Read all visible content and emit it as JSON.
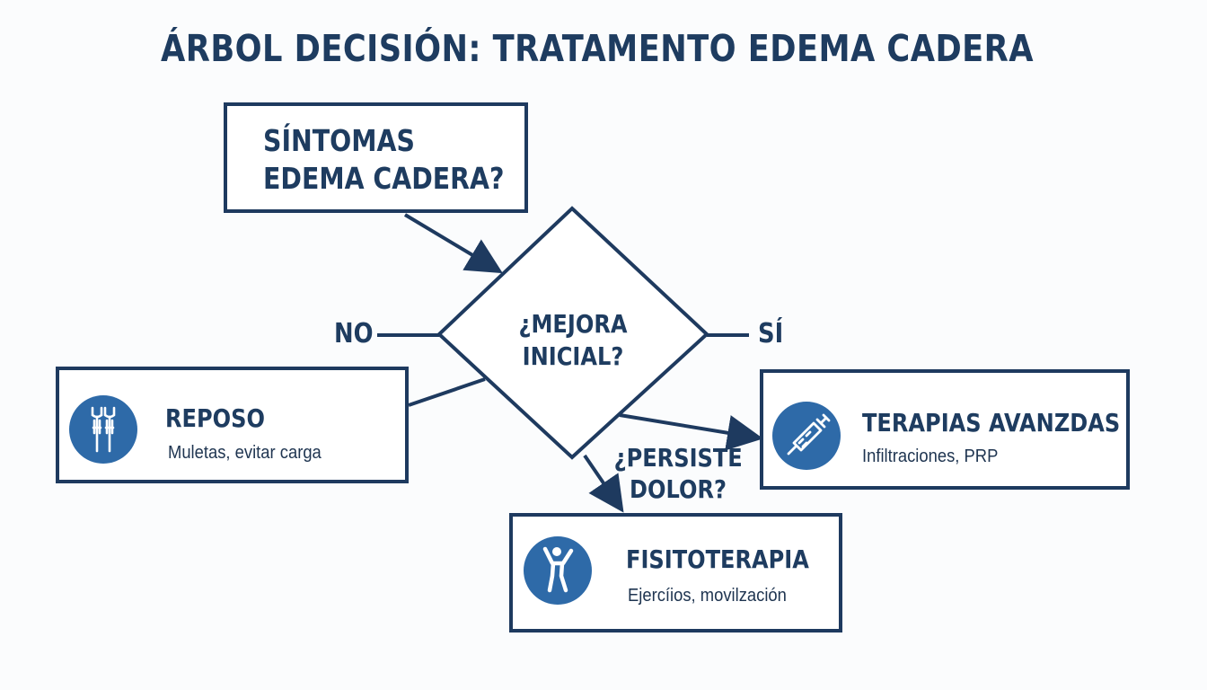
{
  "title": "ÁRBOL DECISIÓN: TRATAMENTO EDEMA CADERA",
  "start": {
    "line1": "SÍNTOMAS",
    "line2": "EDEMA CADERA?"
  },
  "decision": {
    "line1": "¿MEJORA",
    "line2": "INICIAL?"
  },
  "branches": {
    "no": "NO",
    "yes": "SÍ",
    "persist_line1": "¿PERSISTE",
    "persist_line2": "DOLOR?"
  },
  "nodes": {
    "reposo": {
      "title": "REPOSO",
      "subtitle": "Muletas, evitar carga",
      "icon": "crutches-icon"
    },
    "terapias": {
      "title": "TERAPIAS AVANZDAS",
      "subtitle": "Infiltraciones, PRP",
      "icon": "syringe-icon"
    },
    "fisioterapia": {
      "title": "FISITOTERAPIA",
      "subtitle": "Ejercíios, movilzación",
      "icon": "exercise-person-icon"
    }
  },
  "colors": {
    "navy": "#1e3a5f",
    "icon_blue": "#2e6aa8",
    "background": "#fbfcfd"
  }
}
